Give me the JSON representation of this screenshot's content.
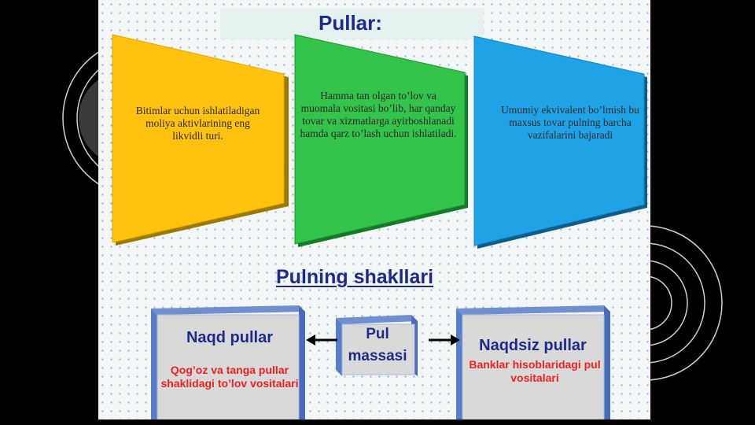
{
  "title": "Pullar:",
  "panels": [
    {
      "text": "Bitimlar uchun ishlatiladigan moliya aktivlarining eng likvidli turi.",
      "color": "#ffc20e"
    },
    {
      "text": "Hamma tan olgan to’lov va muomala vositasi bo’lib, har qanday tovar va xizmatlarga ayirboshlanadi hamda qarz to’lash uchun ishlatiladi.",
      "color": "#33c24a"
    },
    {
      "text": "Umumiy ekvivalent bo’lmish bu maxsus tovar pulning barcha vazifalarini bajaradi",
      "color": "#1fa3e6"
    }
  ],
  "subtitle": "Pulning shakllari",
  "boxes": {
    "left": {
      "title": "Naqd pullar",
      "sub": "Qog’oz va tanga pullar shaklidagi to’lov vositalari"
    },
    "center": {
      "title_line1": "Pul",
      "title_line2": "massasi"
    },
    "right": {
      "title": "Naqdsiz pullar",
      "sub": "Banklar hisoblaridagi pul vositalari"
    }
  }
}
